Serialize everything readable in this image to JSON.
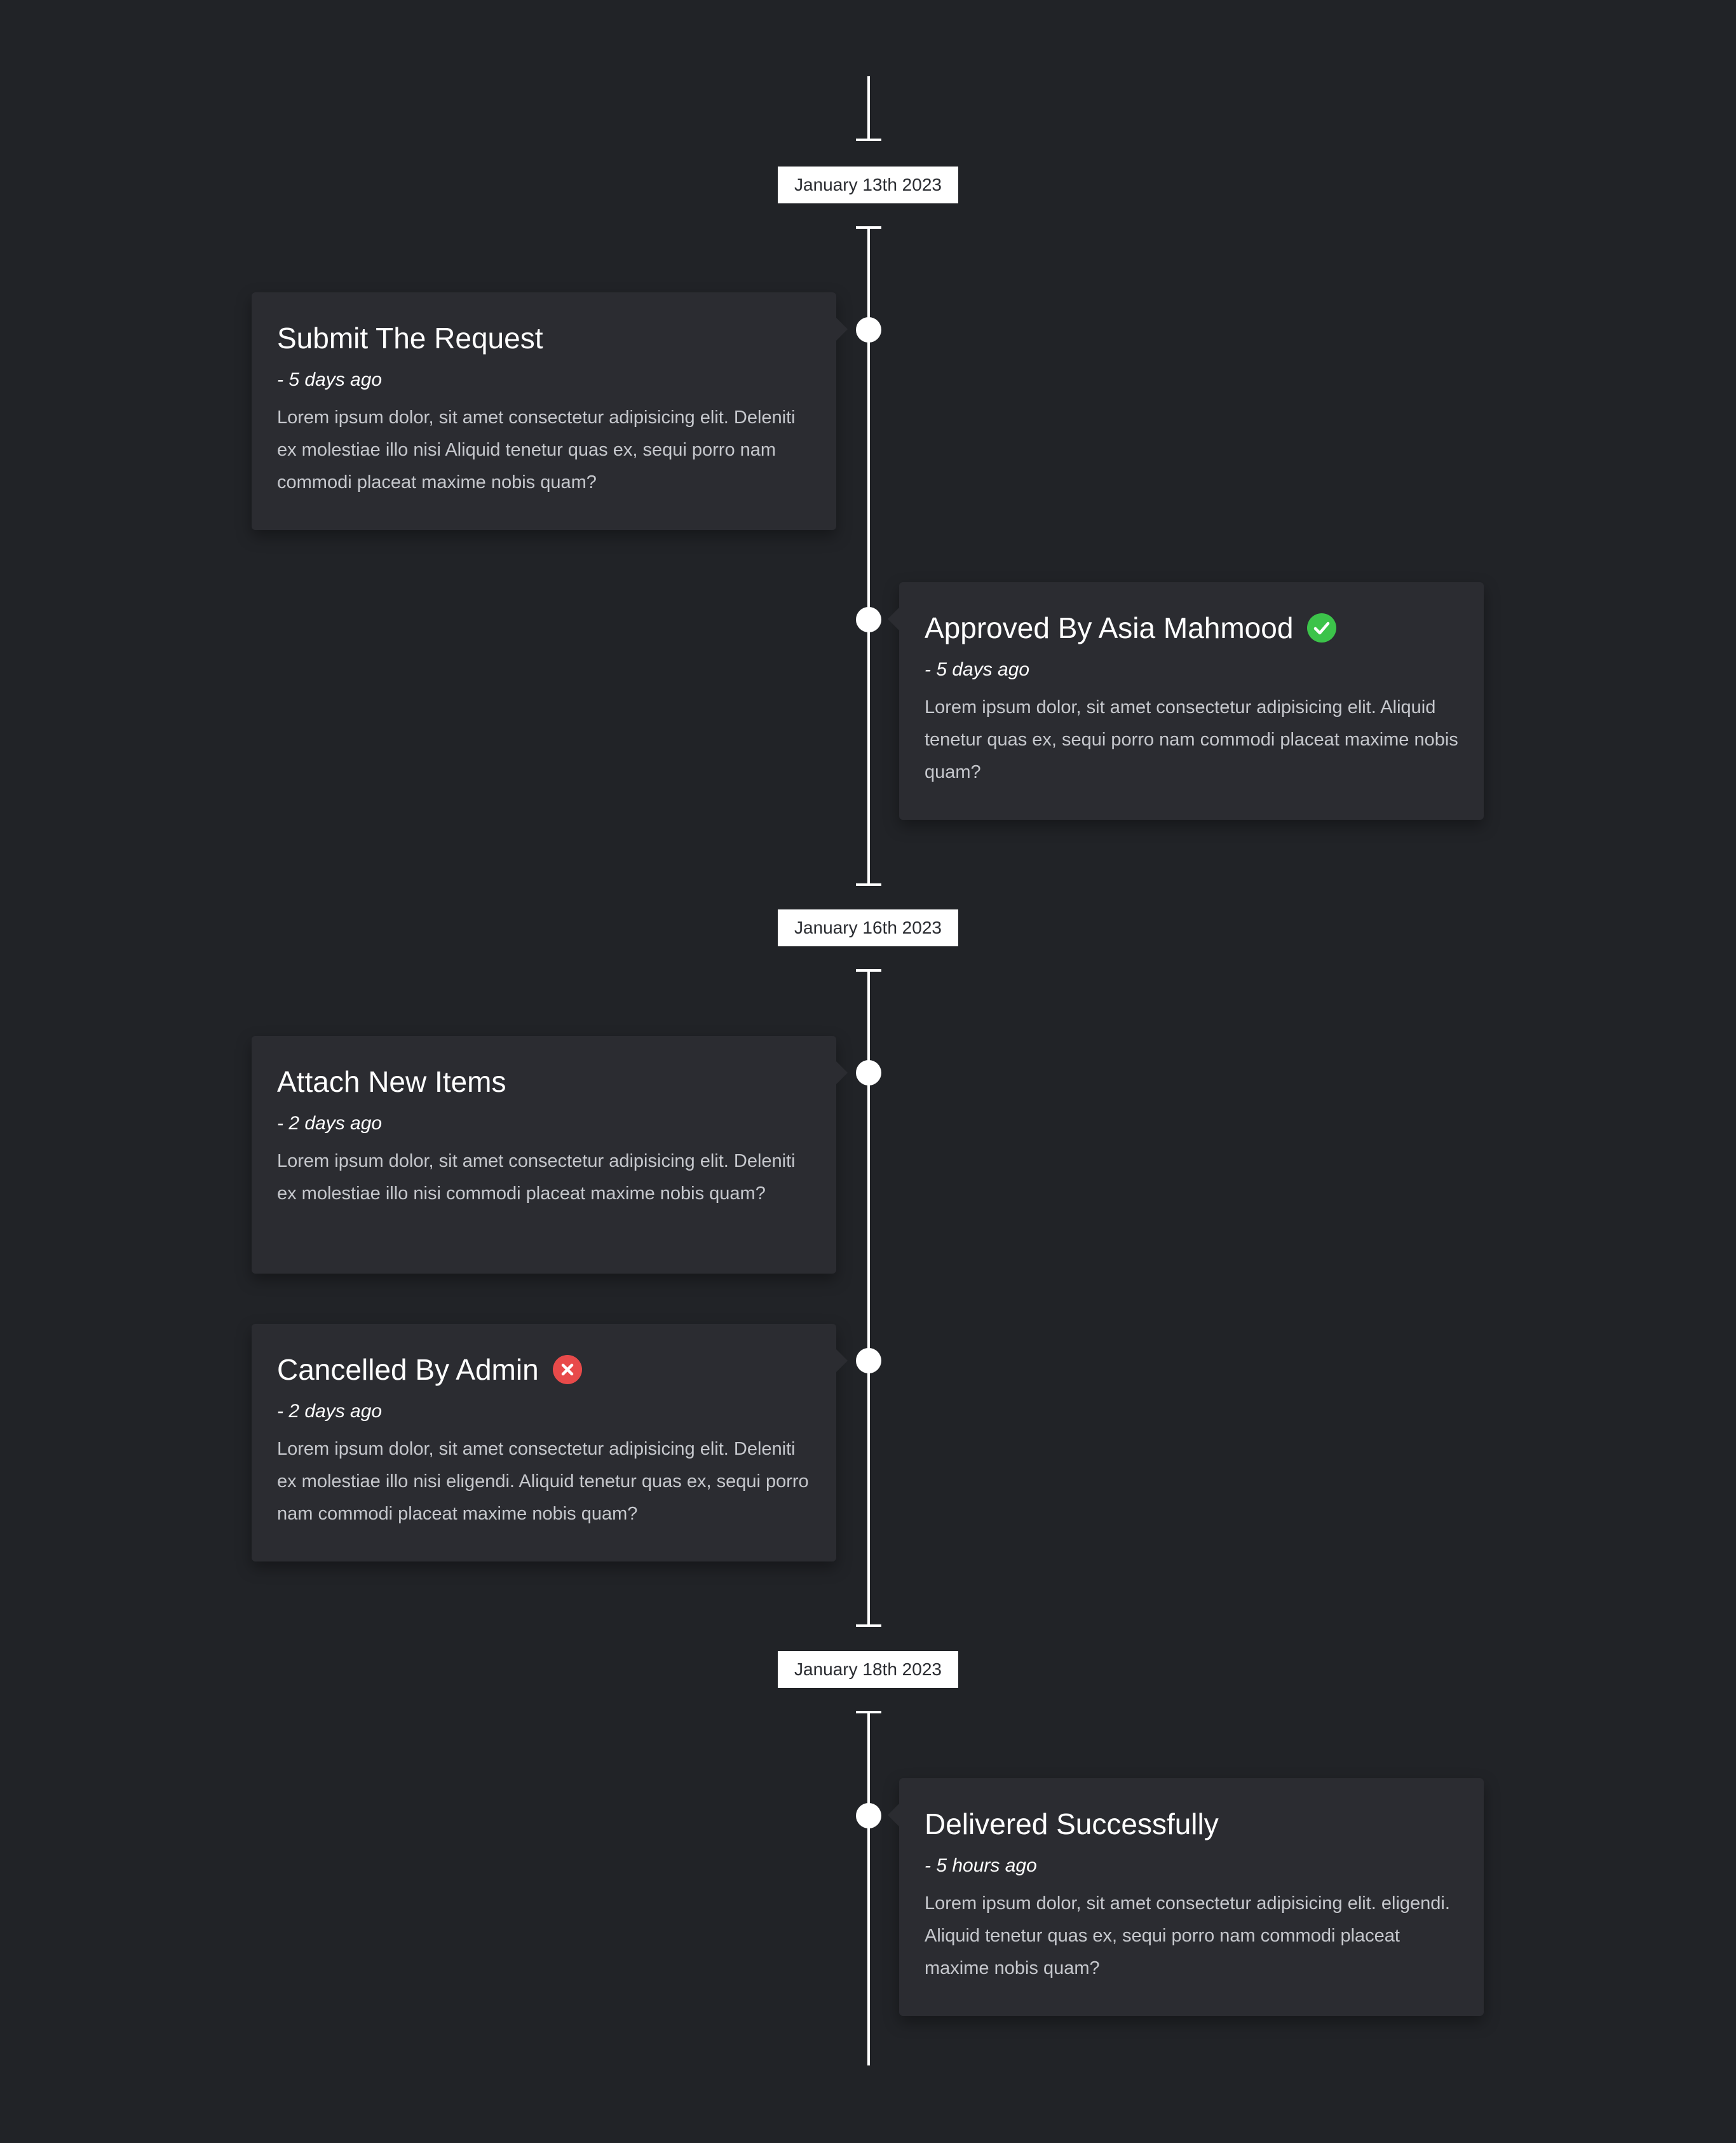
{
  "colors": {
    "background": "#212327",
    "card": "#2b2c31",
    "line": "#ffffff",
    "approved": "#3cc34a",
    "cancelled": "#e84a4a"
  },
  "dates": [
    "January 13th 2023",
    "January 16th 2023",
    "January 18th 2023"
  ],
  "events": [
    {
      "title": "Submit The Request",
      "time": "- 5 days ago",
      "desc": "Lorem ipsum dolor, sit amet consectetur adipisicing elit. Deleniti ex molestiae illo nisi Aliquid tenetur quas ex, sequi porro nam commodi placeat maxime nobis quam?"
    },
    {
      "title": "Approved By Asia Mahmood",
      "time": "- 5 days ago",
      "desc": "Lorem ipsum dolor, sit amet consectetur adipisicing elit. Aliquid tenetur quas ex, sequi porro nam commodi placeat maxime nobis quam?",
      "status_icon": "check-circle-icon"
    },
    {
      "title": "Attach New Items",
      "time": "- 2 days ago",
      "desc": "Lorem ipsum dolor, sit amet consectetur adipisicing elit. Deleniti ex molestiae illo nisi commodi placeat maxime nobis quam?"
    },
    {
      "title": "Cancelled By Admin",
      "time": "- 2 days ago",
      "desc": "Lorem ipsum dolor, sit amet consectetur adipisicing elit. Deleniti ex molestiae illo nisi eligendi. Aliquid tenetur quas ex, sequi porro nam commodi placeat maxime nobis quam?",
      "status_icon": "x-circle-icon"
    },
    {
      "title": "Delivered Successfully",
      "time": "- 5 hours ago",
      "desc": "Lorem ipsum dolor, sit amet consectetur adipisicing elit. eligendi. Aliquid tenetur quas ex, sequi porro nam commodi placeat maxime nobis quam?"
    }
  ]
}
